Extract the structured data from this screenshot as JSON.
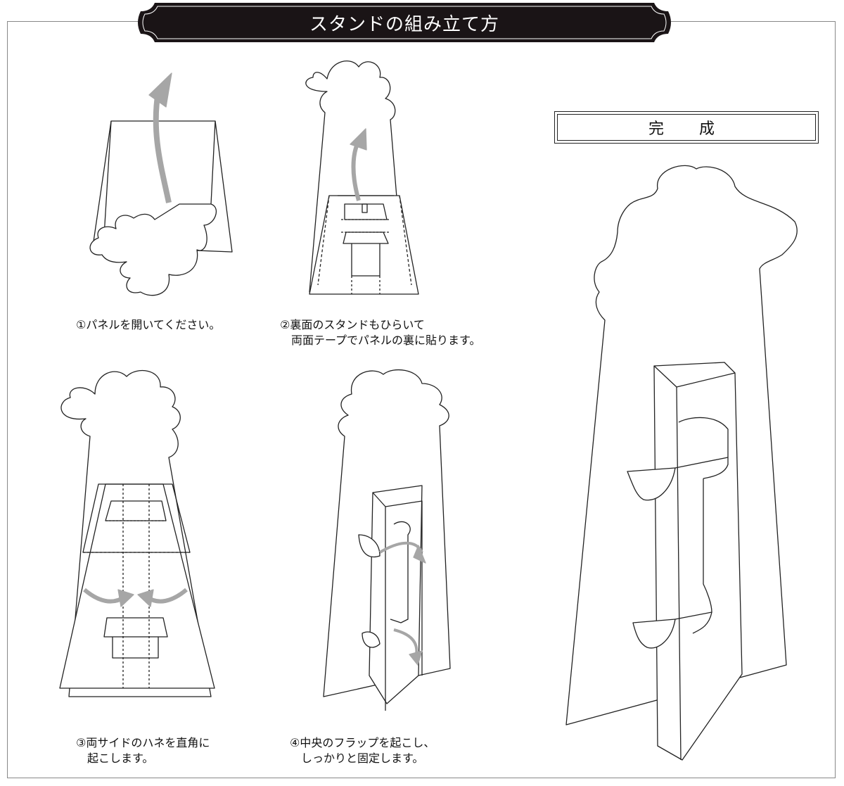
{
  "title": "スタンドの組み立て方",
  "completion_label": "完　成",
  "steps": [
    {
      "line1": "①パネルを開いてください。",
      "line2": ""
    },
    {
      "line1": "②裏面のスタンドもひらいて",
      "line2": "　両面テープでパネルの裏に貼ります。"
    },
    {
      "line1": "③両サイドのハネを直角に",
      "line2": "　起こします。"
    },
    {
      "line1": "④中央のフラップを起こし、",
      "line2": "　しっかりと固定します。"
    }
  ],
  "colors": {
    "banner": "#1a1416",
    "arrow": "#a6a6a6",
    "line": "#222222",
    "frame": "#888888"
  }
}
